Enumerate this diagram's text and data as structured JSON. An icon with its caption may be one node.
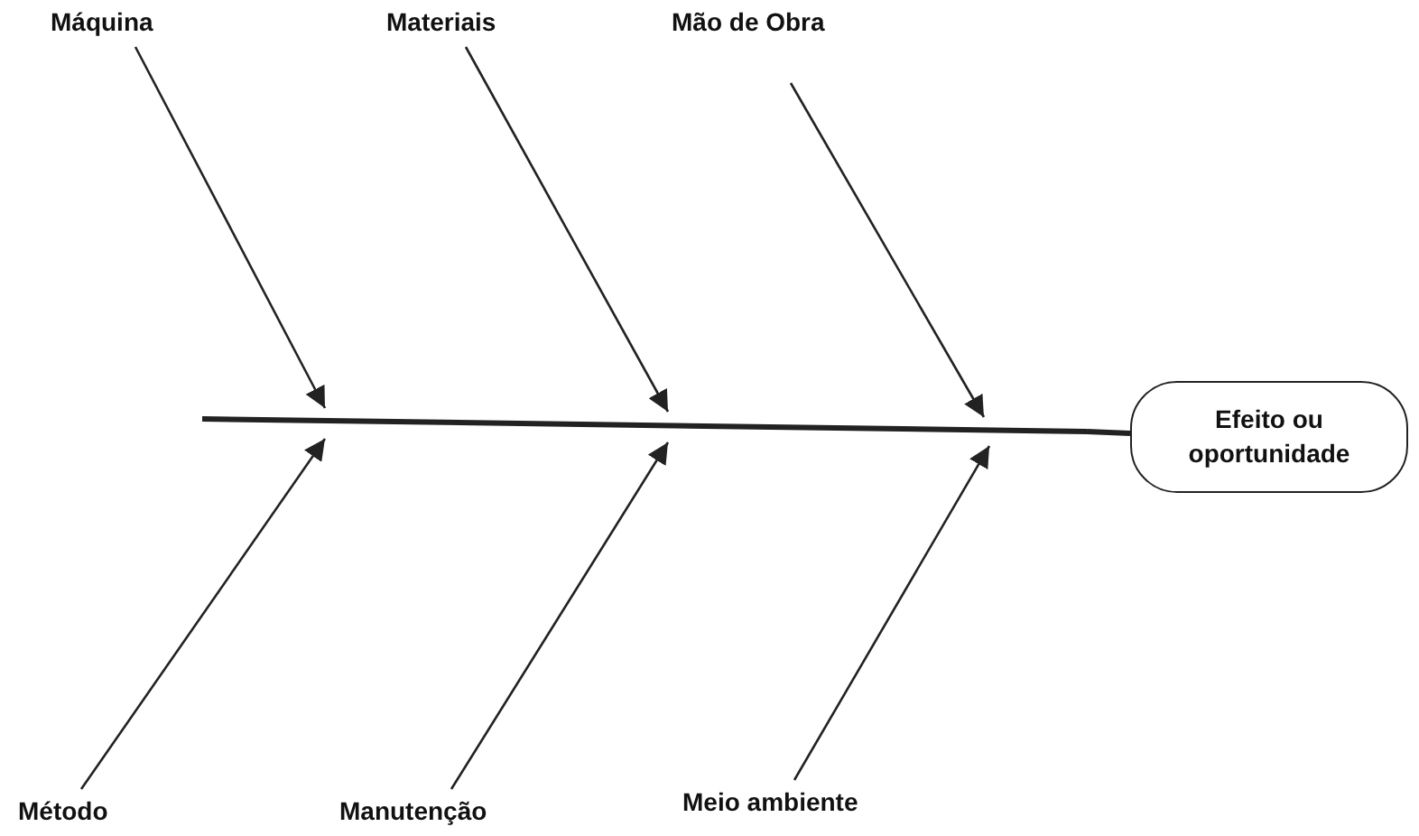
{
  "diagram": {
    "nodes": [
      {
        "text": [
          "Máquina"
        ]
      },
      {
        "text": [
          "Materiais"
        ]
      },
      {
        "text": [
          "Mão de Obra"
        ]
      },
      {
        "text": [],
        "shape": "bar"
      },
      {
        "text": [
          "Efeito ou oportunidade"
        ]
      },
      {
        "text": [
          "Método"
        ]
      },
      {
        "text": [
          "Manutenção"
        ]
      },
      {
        "text": [
          "Meio ambiente"
        ]
      }
    ],
    "edges": [
      {
        "from": 0,
        "to": 3,
        "arrow": "to"
      },
      {
        "from": 1,
        "to": 3,
        "arrow": "to"
      },
      {
        "from": 2,
        "to": 3,
        "arrow": "to"
      },
      {
        "from": 5,
        "to": 3,
        "arrow": "to"
      },
      {
        "from": 6,
        "to": 3,
        "arrow": "to"
      },
      {
        "from": 7,
        "to": 3,
        "arrow": "to"
      },
      {
        "from": 3,
        "to": 4,
        "arrow": "none",
        "style": "thick"
      }
    ]
  }
}
